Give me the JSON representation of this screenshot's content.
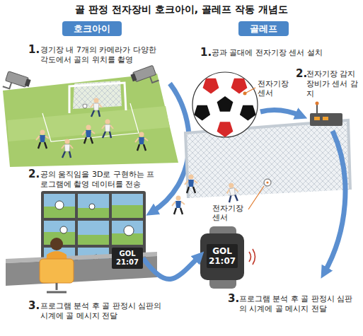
{
  "diagram": {
    "title": "골 판정 전자장비 호크아이, 골레프 작동 개념도",
    "nodes": [
      {
        "text": [
          "호크아이"
        ]
      },
      {
        "text": [
          "골레프"
        ]
      },
      {
        "text": [
          "GOL 21:07"
        ]
      },
      {
        "text": [
          "GOL 21:07"
        ]
      }
    ],
    "edges": [
      {
        "from": 2,
        "to": 3,
        "arrow": "to"
      }
    ],
    "labels": [
      "1.",
      "경기장 내 7개의 카메라가 다양한 각도에서 골의 위치를 촬영",
      "2.",
      "공의 움직임을 3D로 구현하는 프로그램에 촬영 데이터를 전송",
      "3.",
      "프로그램 분석 후 골 판정시 심판의 시계에 골 메시지 전달",
      "1.",
      "공과 골대에 전자기장 센서 설치",
      "2.",
      "전자기장 감지 장비가 센서 감지",
      "전자기장 센서",
      "전자기장 센서",
      "3.",
      "프로그램 분석 후 골 판정시 심판의 시계에 골 메시지 전달"
    ]
  }
}
